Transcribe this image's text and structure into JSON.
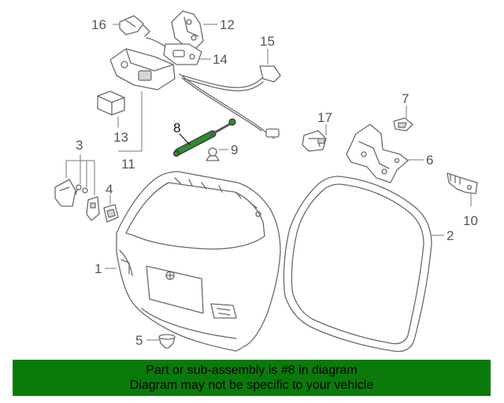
{
  "diagram": {
    "callouts": {
      "c1": "1",
      "c2": "2",
      "c3": "3",
      "c4": "4",
      "c5": "5",
      "c6": "6",
      "c7": "7",
      "c8": "8",
      "c9": "9",
      "c10": "10",
      "c11": "11",
      "c12": "12",
      "c13": "13",
      "c14": "14",
      "c15": "15",
      "c16": "16",
      "c17": "17"
    },
    "highlight_part": "8",
    "highlight_color": "#2e8b2e"
  },
  "banner": {
    "line1": "Part or sub-assembly is #8 in diagram",
    "line2": "Diagram may not be specific to your vehicle",
    "background": "#0a7a0a"
  }
}
